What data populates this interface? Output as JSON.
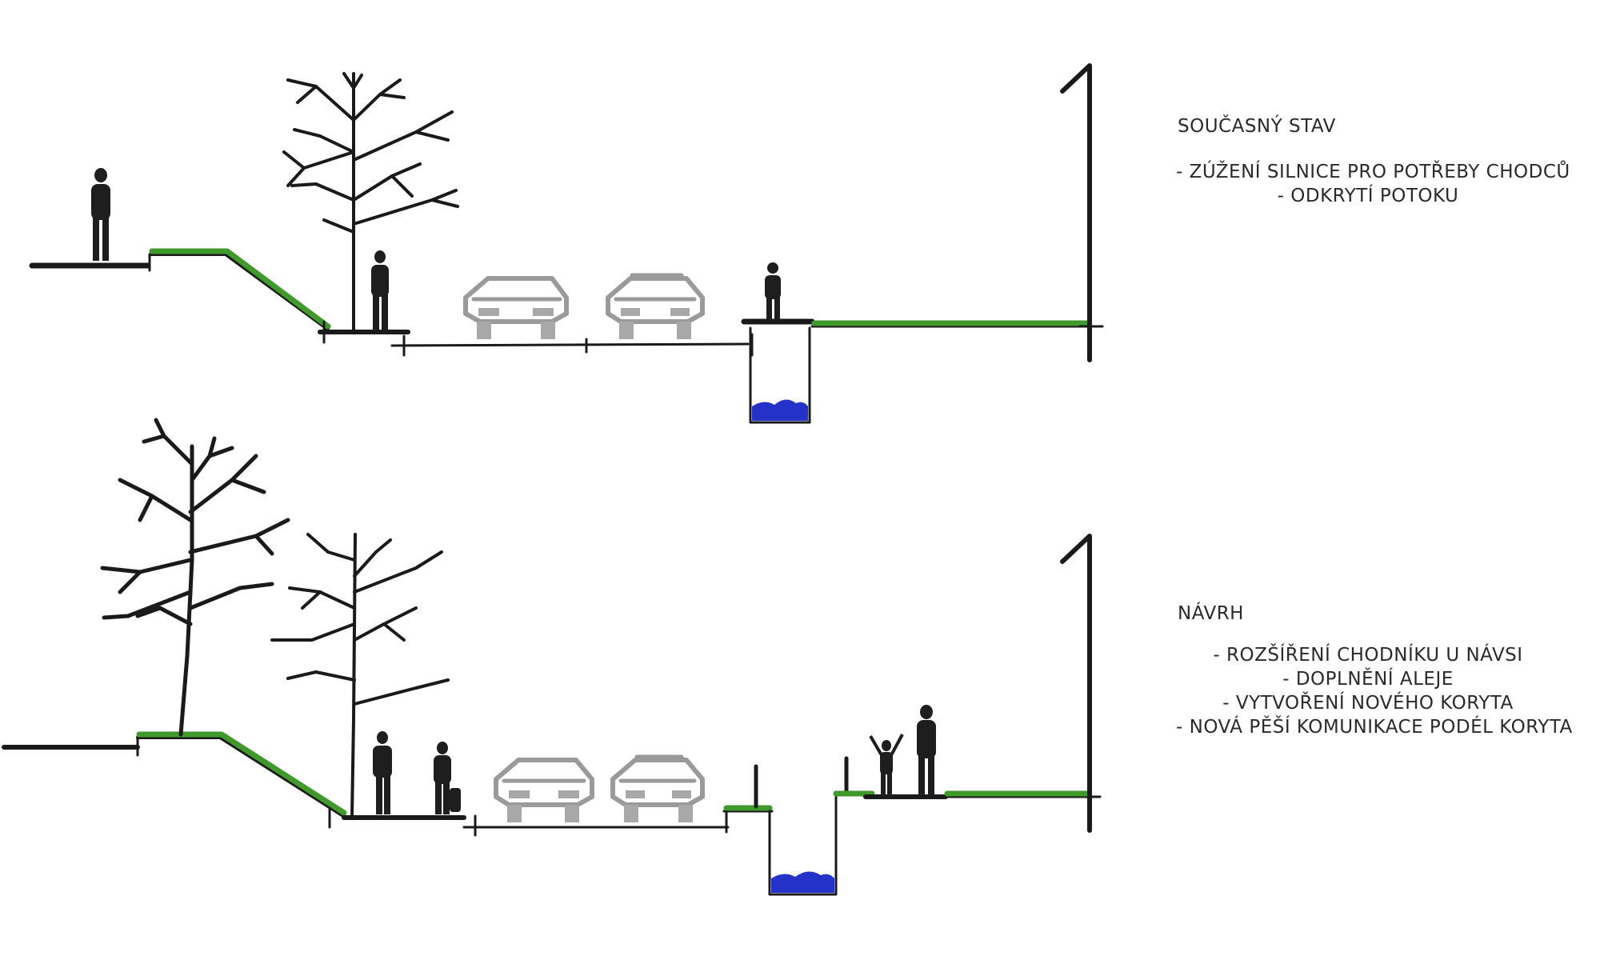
{
  "current": {
    "title": "SOUČASNÝ STAV",
    "notes": [
      "- ZÚŽENÍ SILNICE PRO POTŘEBY CHODCŮ",
      "- ODKRYTÍ POTOKU"
    ]
  },
  "proposal": {
    "title": "NÁVRH",
    "notes": [
      "- ROZŠÍŘENÍ CHODNÍKU U NÁVSI",
      "- DOPLNĚNÍ ALEJE",
      "- VYTVOŘENÍ NOVÉHO KORYTA",
      "- NOVÁ PĚŠÍ KOMUNIKACE PODÉL KORYTA"
    ]
  },
  "colors": {
    "ink": "#1a1a1a",
    "grass": "#3f9a2b",
    "water": "#2432c9",
    "car": "#9a9a9a"
  }
}
